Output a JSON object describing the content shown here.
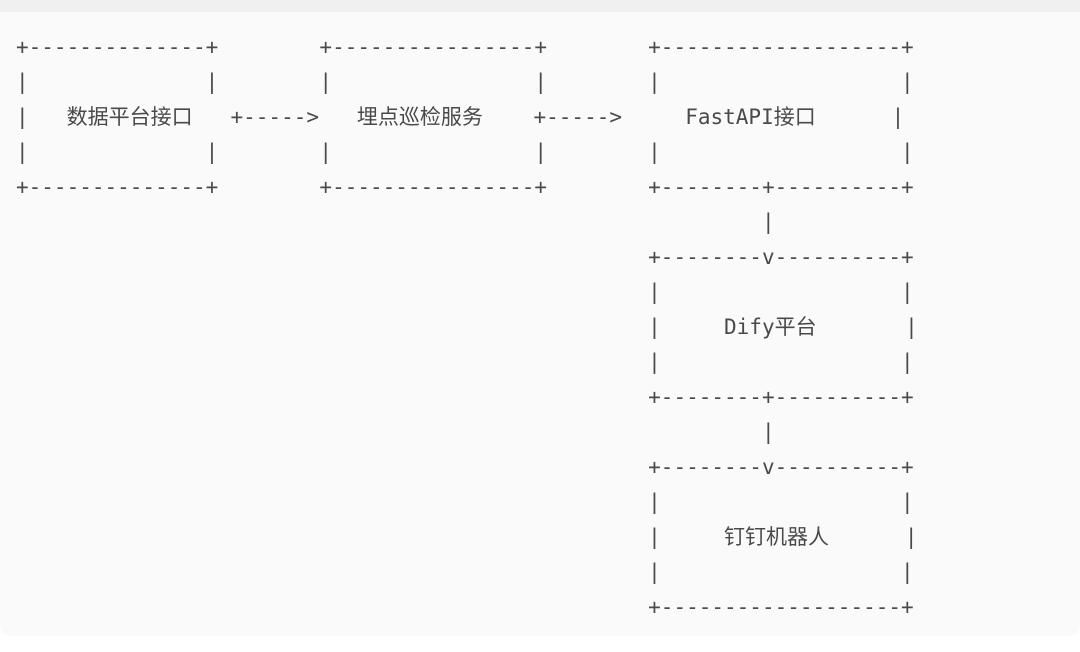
{
  "panel": {
    "kind": "code-block",
    "language": "text",
    "background_color": "#fafafa",
    "header_strip_color": "#f0f0f0",
    "text_color": "#4a4a4a"
  },
  "diagram": {
    "type": "ascii-art-architecture-diagram",
    "nodes": [
      {
        "id": "data-platform-api",
        "label": "数据平台接口"
      },
      {
        "id": "tracking-inspection-service",
        "label": "埋点巡检服务"
      },
      {
        "id": "fastapi-interface",
        "label": "FastAPI接口"
      },
      {
        "id": "dify-platform",
        "label": "Dify平台"
      },
      {
        "id": "dingtalk-robot",
        "label": "钉钉机器人"
      }
    ],
    "edges": [
      {
        "from": "data-platform-api",
        "to": "tracking-inspection-service",
        "glyph": "+----->",
        "direction": "right"
      },
      {
        "from": "tracking-inspection-service",
        "to": "fastapi-interface",
        "glyph": "+----->",
        "direction": "right"
      },
      {
        "from": "fastapi-interface",
        "to": "dify-platform",
        "glyph": "v",
        "direction": "down"
      },
      {
        "from": "dify-platform",
        "to": "dingtalk-robot",
        "glyph": "v",
        "direction": "down"
      }
    ],
    "art": "+--------------+        +----------------+        +-------------------+\n|              |        |                |        |                   |\n|   数据平台接口   +----->   埋点巡检服务    +----->     FastAPI接口      |\n|              |        |                |        |                   |\n+--------------+        +----------------+        +--------+----------+\n                                                           |\n                                                  +--------v----------+\n                                                  |                   |\n                                                  |     Dify平台       |\n                                                  |                   |\n                                                  +--------+----------+\n                                                           |\n                                                  +--------v----------+\n                                                  |                   |\n                                                  |     钉钉机器人      |\n                                                  |                   |\n                                                  +-------------------+"
  }
}
